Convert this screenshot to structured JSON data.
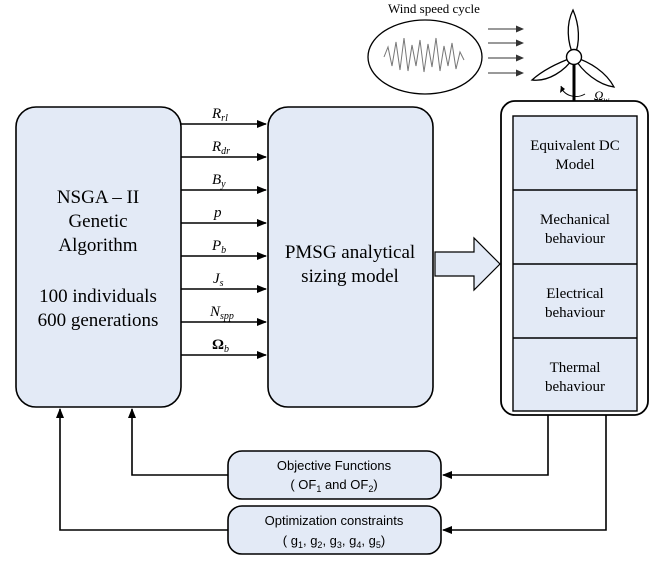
{
  "wind": {
    "label": "Wind speed cycle",
    "omega_w_main": "Ω",
    "omega_w_sub": "w"
  },
  "nsga": {
    "lines": [
      "NSGA – II",
      "Genetic",
      "Algorithm"
    ],
    "stats": [
      "100 individuals",
      "600 generations"
    ]
  },
  "pmsg": {
    "lines": [
      "PMSG analytical",
      "sizing model"
    ]
  },
  "variables": [
    {
      "main": "R",
      "sub": "rl"
    },
    {
      "main": "R",
      "sub": "dr"
    },
    {
      "main": "B",
      "sub": "y"
    },
    {
      "main": "p",
      "sub": ""
    },
    {
      "main": "P",
      "sub": "b"
    },
    {
      "main": "J",
      "sub": "s"
    },
    {
      "main": "N",
      "sub": "spp"
    },
    {
      "main": "Ω",
      "sub": "b"
    }
  ],
  "submodels": [
    [
      "Equivalent DC",
      "Model"
    ],
    [
      "Mechanical",
      "behaviour"
    ],
    [
      "Electrical",
      "behaviour"
    ],
    [
      "Thermal",
      "behaviour"
    ]
  ],
  "objective": {
    "title": "Objective Functions",
    "formula": {
      "open": "( ",
      "a": "OF",
      "a_sub": "1",
      "mid": " and ",
      "b": "OF",
      "b_sub": "2",
      "close": ")"
    }
  },
  "constraints": {
    "title": "Optimization constraints",
    "formula": {
      "open": "( ",
      "items": [
        {
          "s": "g",
          "sub": "1"
        },
        {
          "s": "g",
          "sub": "2"
        },
        {
          "s": "g",
          "sub": "3"
        },
        {
          "s": "g",
          "sub": "4"
        },
        {
          "s": "g",
          "sub": "5"
        }
      ],
      "close": ")"
    }
  },
  "colors": {
    "box_fill": "#e3eaf6",
    "stroke": "#000000",
    "signal": "#777777"
  }
}
